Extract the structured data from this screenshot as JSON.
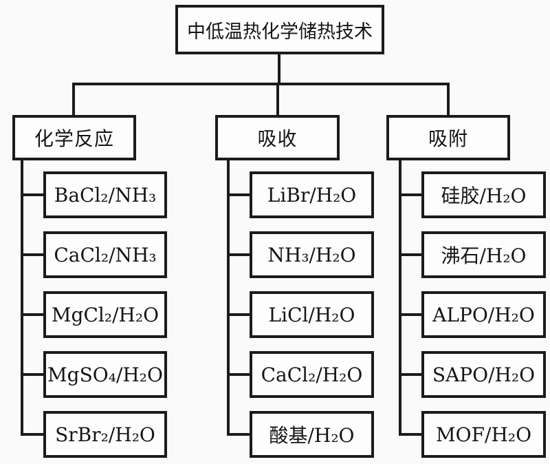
{
  "diagram": {
    "title_note": "flowchart of medium-low temperature thermochemical heat storage technologies",
    "colors": {
      "line": "#1b1b1b",
      "box_fill": "#fdfdfd",
      "background": "#fafafa"
    },
    "root": {
      "label": "中低温热化学储热技术"
    },
    "branches": [
      {
        "label": "化学反应",
        "children": [
          "BaCl₂/NH₃",
          "CaCl₂/NH₃",
          "MgCl₂/H₂O",
          "MgSO₄/H₂O",
          "SrBr₂/H₂O"
        ]
      },
      {
        "label": "吸收",
        "children": [
          "LiBr/H₂O",
          "NH₃/H₂O",
          "LiCl/H₂O",
          "CaCl₂/H₂O",
          "酸基/H₂O"
        ]
      },
      {
        "label": "吸附",
        "children": [
          "硅胶/H₂O",
          "沸石/H₂O",
          "ALPO/H₂O",
          "SAPO/H₂O",
          "MOF/H₂O"
        ]
      }
    ]
  }
}
